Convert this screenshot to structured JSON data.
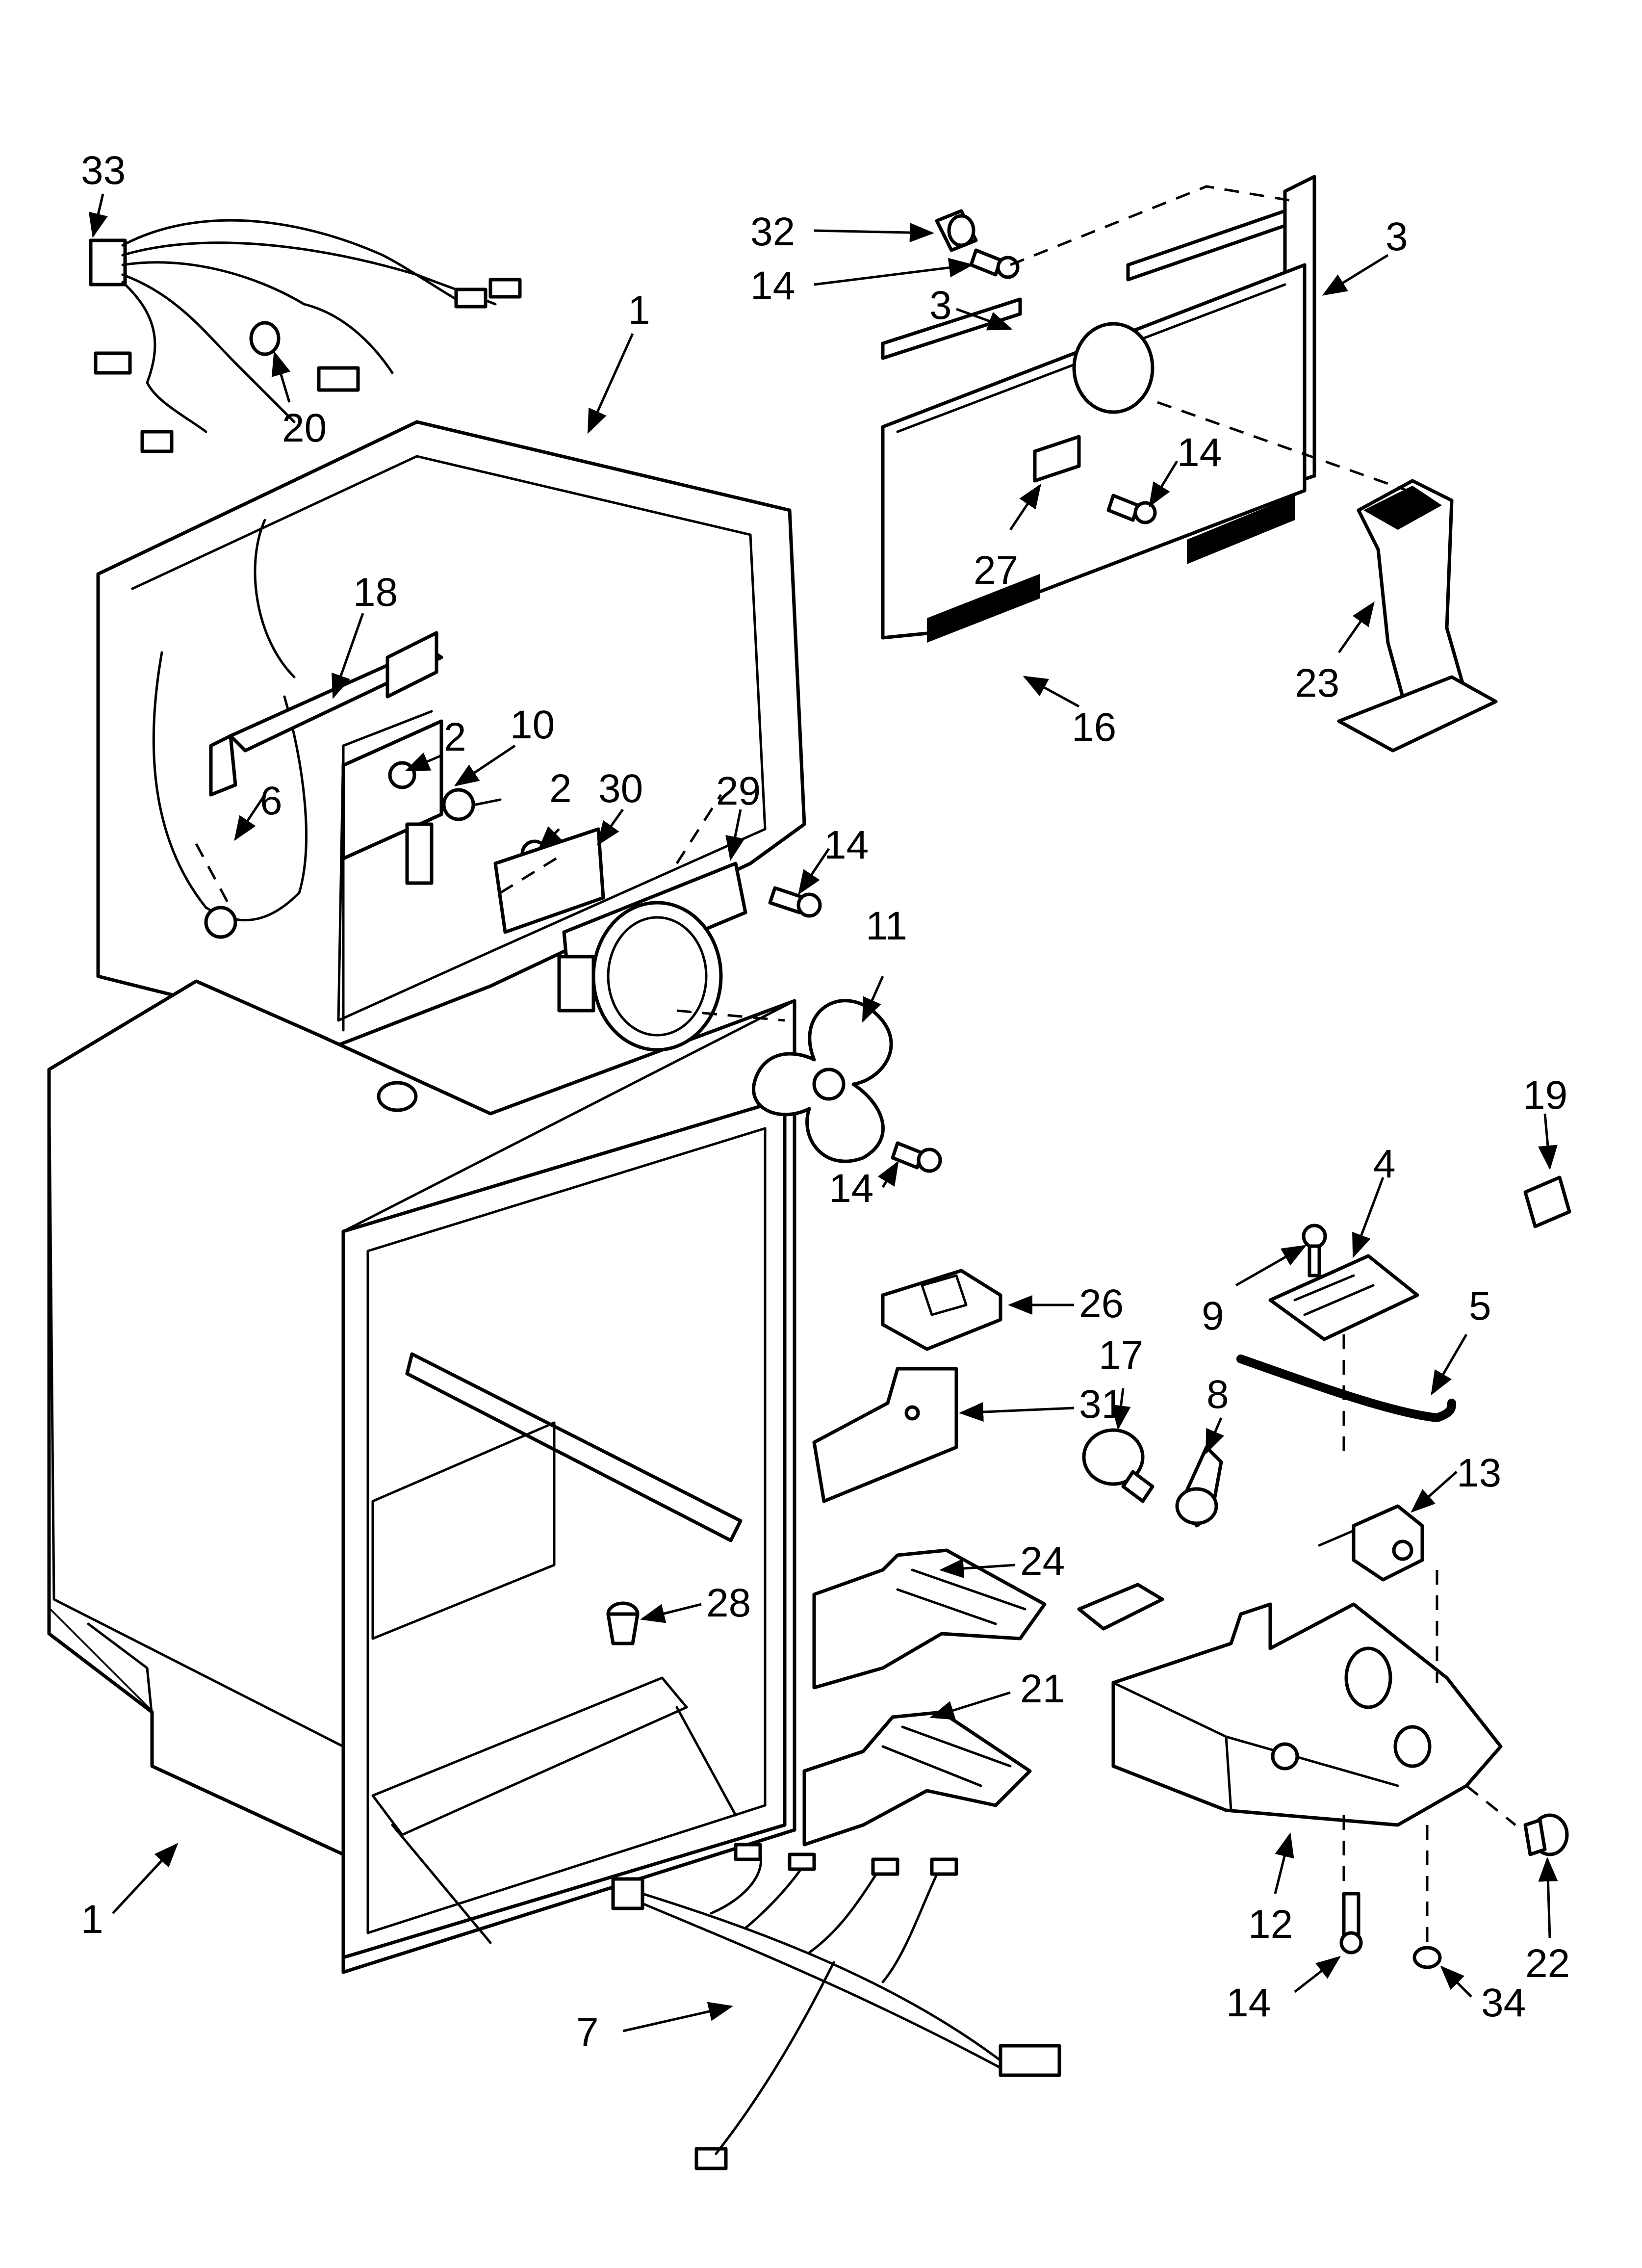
{
  "diagram": {
    "callouts": [
      {
        "id": "c33",
        "text": "33"
      },
      {
        "id": "c20",
        "text": "20"
      },
      {
        "id": "c1a",
        "text": "1"
      },
      {
        "id": "c18",
        "text": "18"
      },
      {
        "id": "c2a",
        "text": "2"
      },
      {
        "id": "c10",
        "text": "10"
      },
      {
        "id": "c6",
        "text": "6"
      },
      {
        "id": "c2b",
        "text": "2"
      },
      {
        "id": "c30",
        "text": "30"
      },
      {
        "id": "c29",
        "text": "29"
      },
      {
        "id": "c14a",
        "text": "14"
      },
      {
        "id": "c11",
        "text": "11"
      },
      {
        "id": "c14b",
        "text": "14"
      },
      {
        "id": "c32",
        "text": "32"
      },
      {
        "id": "c14c",
        "text": "14"
      },
      {
        "id": "c3a",
        "text": "3"
      },
      {
        "id": "c3b",
        "text": "3"
      },
      {
        "id": "c14d",
        "text": "14"
      },
      {
        "id": "c27",
        "text": "27"
      },
      {
        "id": "c16",
        "text": "16"
      },
      {
        "id": "c23",
        "text": "23"
      },
      {
        "id": "c19",
        "text": "19"
      },
      {
        "id": "c4",
        "text": "4"
      },
      {
        "id": "c9",
        "text": "9"
      },
      {
        "id": "c26",
        "text": "26"
      },
      {
        "id": "c5",
        "text": "5"
      },
      {
        "id": "c17",
        "text": "17"
      },
      {
        "id": "c8",
        "text": "8"
      },
      {
        "id": "c31",
        "text": "31"
      },
      {
        "id": "c13",
        "text": "13"
      },
      {
        "id": "c24",
        "text": "24"
      },
      {
        "id": "c28",
        "text": "28"
      },
      {
        "id": "c21",
        "text": "21"
      },
      {
        "id": "c12",
        "text": "12"
      },
      {
        "id": "c22",
        "text": "22"
      },
      {
        "id": "c14e",
        "text": "14"
      },
      {
        "id": "c34",
        "text": "34"
      },
      {
        "id": "c1b",
        "text": "1"
      },
      {
        "id": "c7",
        "text": "7"
      }
    ]
  }
}
